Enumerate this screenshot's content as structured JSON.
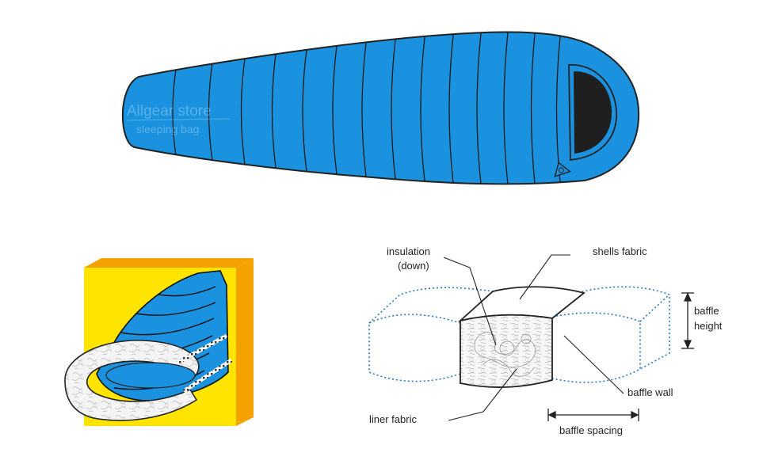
{
  "colors": {
    "bag_blue": "#1a92df",
    "hood_black": "#1f1f1f",
    "box_yellow": "#ffe400",
    "box_orange": "#f5a200",
    "dotted_blue": "#2a7bc0",
    "line_dark": "#222222"
  },
  "watermark": {
    "line1": "Allgear store",
    "line2": "sleeping bag"
  },
  "diagram": {
    "labels": {
      "insulation_line1": "insulation",
      "insulation_line2": "(down)",
      "shells_fabric": "shells fabric",
      "baffle_height_line1": "baffle",
      "baffle_height_line2": "height",
      "baffle_wall": "baffle wall",
      "liner_fabric": "liner fabric",
      "baffle_spacing": "baffle spacing"
    }
  },
  "icons": {
    "logo": "mountain-badge-icon",
    "fill": "down-fill-texture-icon"
  }
}
